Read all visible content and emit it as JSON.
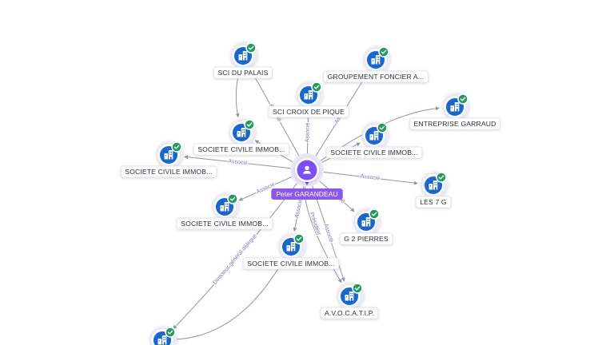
{
  "graph": {
    "center": {
      "id": "center",
      "name": "Peter GARANDEAU",
      "icon": "person-icon"
    },
    "companies": [
      {
        "id": "sci-du-palais",
        "label": "SCI DU PALAIS",
        "icon": "building-icon",
        "verified": true
      },
      {
        "id": "groupement-foncier",
        "label": "GROUPEMENT FONCIER A...",
        "icon": "building-icon",
        "verified": true
      },
      {
        "id": "sci-croix-de-pique",
        "label": "SCI CROIX DE PIQUE",
        "icon": "building-icon",
        "verified": true
      },
      {
        "id": "entreprise-garraud",
        "label": "ENTREPRISE GARRAUD",
        "icon": "building-icon",
        "verified": true
      },
      {
        "id": "sci-immob-1",
        "label": "SOCIETE CIVILE IMMOB...",
        "icon": "building-icon",
        "verified": true
      },
      {
        "id": "sci-immob-2",
        "label": "SOCIETE CIVILE IMMOB...",
        "icon": "building-icon",
        "verified": true
      },
      {
        "id": "sci-immob-3",
        "label": "SOCIETE CIVILE IMMOB...",
        "icon": "building-icon",
        "verified": true
      },
      {
        "id": "les-7-g",
        "label": "LES 7 G",
        "icon": "building-icon",
        "verified": true
      },
      {
        "id": "sci-immob-4",
        "label": "SOCIETE CIVILE IMMOB...",
        "icon": "building-icon",
        "verified": true
      },
      {
        "id": "g-2-pierres",
        "label": "G 2 PIERRES",
        "icon": "building-icon",
        "verified": true
      },
      {
        "id": "sci-immob-5",
        "label": "SOCIETE CIVILE IMMOB...",
        "icon": "building-icon",
        "verified": true
      },
      {
        "id": "avocatip",
        "label": "A.V.O.C.A.T.I.P.",
        "icon": "building-icon",
        "verified": true
      },
      {
        "id": "company-13",
        "icon": "building-icon",
        "verified": true
      }
    ],
    "edges": [
      {
        "from": "center",
        "to": "sci-du-palais",
        "label": "Associé"
      },
      {
        "from": "center",
        "to": "groupement-foncier",
        "label": "Associé"
      },
      {
        "from": "center",
        "to": "sci-croix-de-pique",
        "label": "Associé"
      },
      {
        "from": "center",
        "to": "entreprise-garraud"
      },
      {
        "from": "center",
        "to": "sci-immob-1"
      },
      {
        "from": "center",
        "to": "sci-immob-2"
      },
      {
        "from": "center",
        "to": "sci-immob-3",
        "label": "Associé"
      },
      {
        "from": "center",
        "to": "les-7-g",
        "label": "Associé"
      },
      {
        "from": "center",
        "to": "sci-immob-4",
        "label": "Associé"
      },
      {
        "from": "center",
        "to": "g-2-pierres",
        "label": "Associé"
      },
      {
        "from": "center",
        "to": "sci-immob-5",
        "label": "Associé"
      },
      {
        "from": "center",
        "to": "avocatip",
        "label": "Associé"
      },
      {
        "from": "center",
        "to": "avocatip",
        "label": "Président"
      },
      {
        "from": "center",
        "to": "company-13",
        "label": "Directeur général délégué"
      },
      {
        "from": "sci-du-palais",
        "to": "sci-immob-1"
      },
      {
        "from": "company-13",
        "to": "sci-immob-5"
      }
    ]
  },
  "colors": {
    "company": "#1766d6",
    "verified": "#1f9d5a",
    "person": "#7c4dff",
    "person_label": "#8a58f0",
    "edge": "#8e94ae",
    "edge_label": "#7d74c7"
  }
}
